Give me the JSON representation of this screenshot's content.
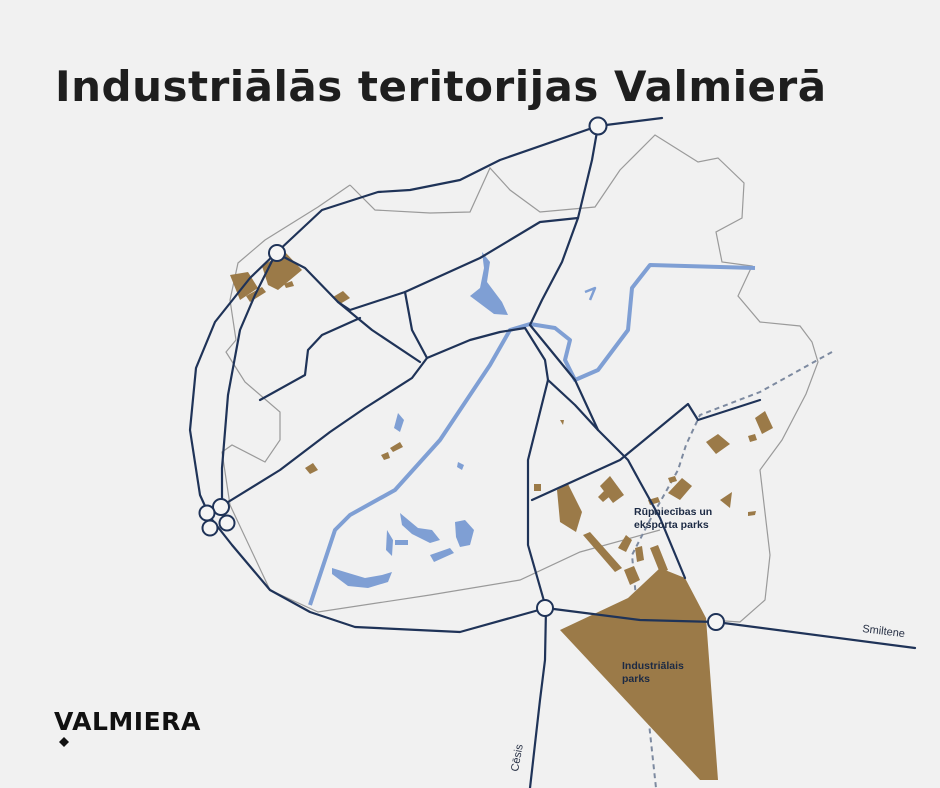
{
  "title": "Industriālās teritorijas Valmierā",
  "labels": {
    "export_park": [
      "Rūpniecības un",
      "eksporta parks"
    ],
    "industrial_park": [
      "Industriālais",
      "parks"
    ],
    "smiltene": "Smiltene",
    "cesis": "Cēsis"
  },
  "logo": "VALMIERA",
  "colors": {
    "background": "#f1f1f1",
    "roads": "#1f3358",
    "river": "#7f9fd4",
    "boundary": "#9a9a9a",
    "industrial": "#9b7a48",
    "railway": "#7d8aa0"
  }
}
